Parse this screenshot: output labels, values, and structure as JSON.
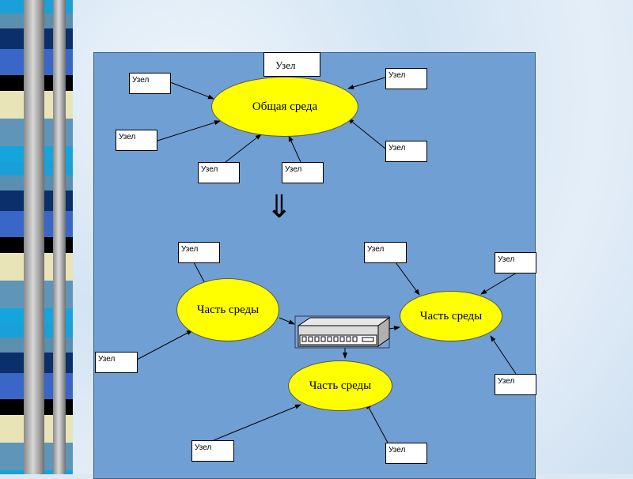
{
  "top_node": "Узел",
  "shared_medium": "Общая среда",
  "node_label": "Узел",
  "segment_label": "Часть среды",
  "transform_arrow": "⇓",
  "colors": {
    "panel": "#709fd3",
    "ellipse": "#ffff00"
  }
}
